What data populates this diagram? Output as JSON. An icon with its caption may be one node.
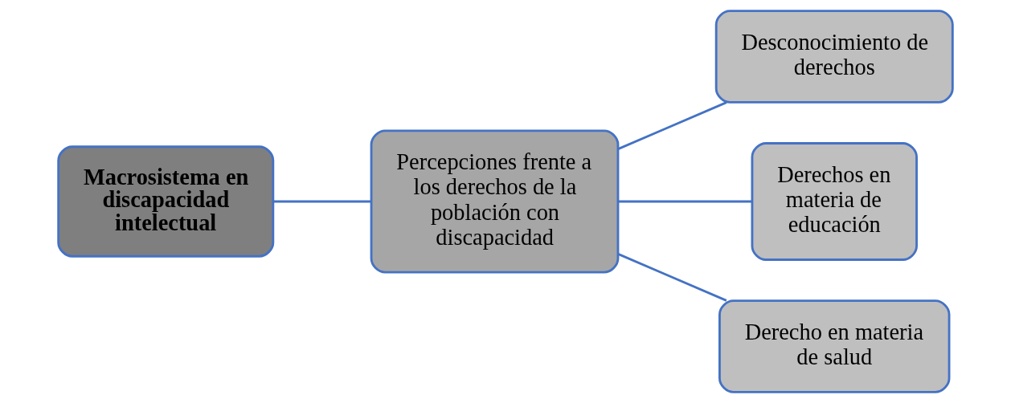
{
  "diagram": {
    "nodes": [
      {
        "text": [
          "Macrosistema en discapacidad intelectual"
        ]
      },
      {
        "text": [
          "Percepciones frente a los derechos de la población con discapacidad"
        ]
      },
      {
        "text": [
          "Desconocimiento de derechos"
        ]
      },
      {
        "text": [
          "Derechos en materia de educación"
        ]
      },
      {
        "text": [
          "Derecho en materia de salud"
        ]
      }
    ],
    "edges": [
      {
        "from": 0,
        "to": 1,
        "arrow": "none"
      },
      {
        "from": 1,
        "to": 2,
        "arrow": "none"
      },
      {
        "from": 1,
        "to": 3,
        "arrow": "none"
      },
      {
        "from": 1,
        "to": 4,
        "arrow": "none"
      }
    ]
  }
}
